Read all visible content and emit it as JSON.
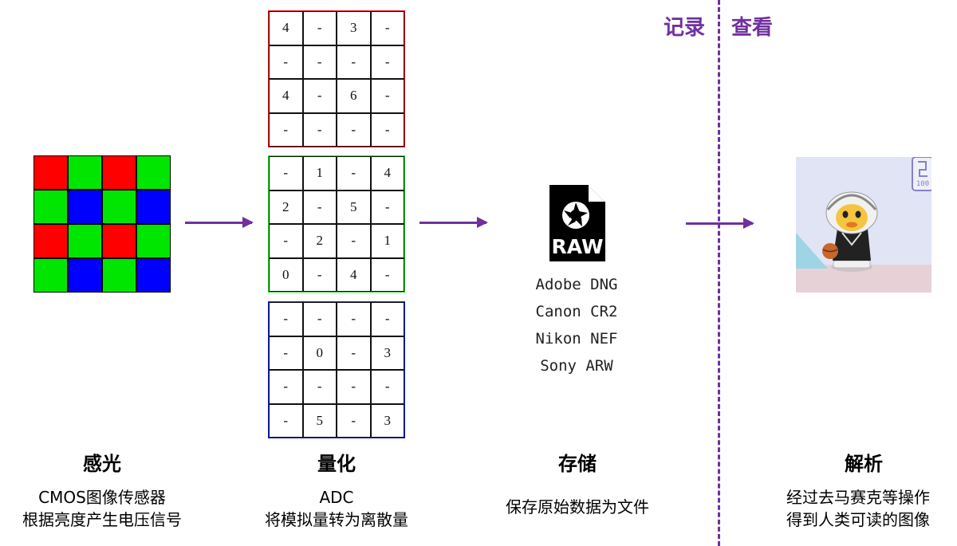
{
  "bayer": {
    "colors": [
      "#ff0000",
      "#00e600",
      "#ff0000",
      "#00e600",
      "#00e600",
      "#0000ff",
      "#00e600",
      "#0000ff",
      "#ff0000",
      "#00e600",
      "#ff0000",
      "#00e600",
      "#00e600",
      "#0000ff",
      "#00e600",
      "#0000ff"
    ]
  },
  "grids": {
    "red": [
      "4",
      "-",
      "3",
      "-",
      "-",
      "-",
      "-",
      "-",
      "4",
      "-",
      "6",
      "-",
      "-",
      "-",
      "-",
      "-"
    ],
    "green": [
      "-",
      "1",
      "-",
      "4",
      "2",
      "-",
      "5",
      "-",
      "-",
      "2",
      "-",
      "1",
      "0",
      "-",
      "4",
      "-"
    ],
    "blue": [
      "-",
      "-",
      "-",
      "-",
      "-",
      "0",
      "-",
      "3",
      "-",
      "-",
      "-",
      "-",
      "-",
      "5",
      "-",
      "3"
    ]
  },
  "raw_icon": {
    "label": "RAW",
    "icon": "raw-file-icon"
  },
  "formats": [
    "Adobe DNG",
    "Canon CR2",
    "Nikon NEF",
    "Sony ARW"
  ],
  "divider": {
    "left_label": "记录",
    "right_label": "查看",
    "color": "#7030a0"
  },
  "steps": {
    "sense": {
      "title": "感光",
      "lines": [
        "CMOS图像传感器",
        "根据亮度产生电压信号"
      ]
    },
    "quant": {
      "title": "量化",
      "lines": [
        "ADC",
        "将模拟量转为离散量"
      ]
    },
    "store": {
      "title": "存储",
      "lines": [
        "保存原始数据为文件"
      ]
    },
    "parse": {
      "title": "解析",
      "lines": [
        "经过去马赛克等操作",
        "得到人类可读的图像"
      ]
    }
  },
  "photo": {
    "badge_text": "100"
  }
}
